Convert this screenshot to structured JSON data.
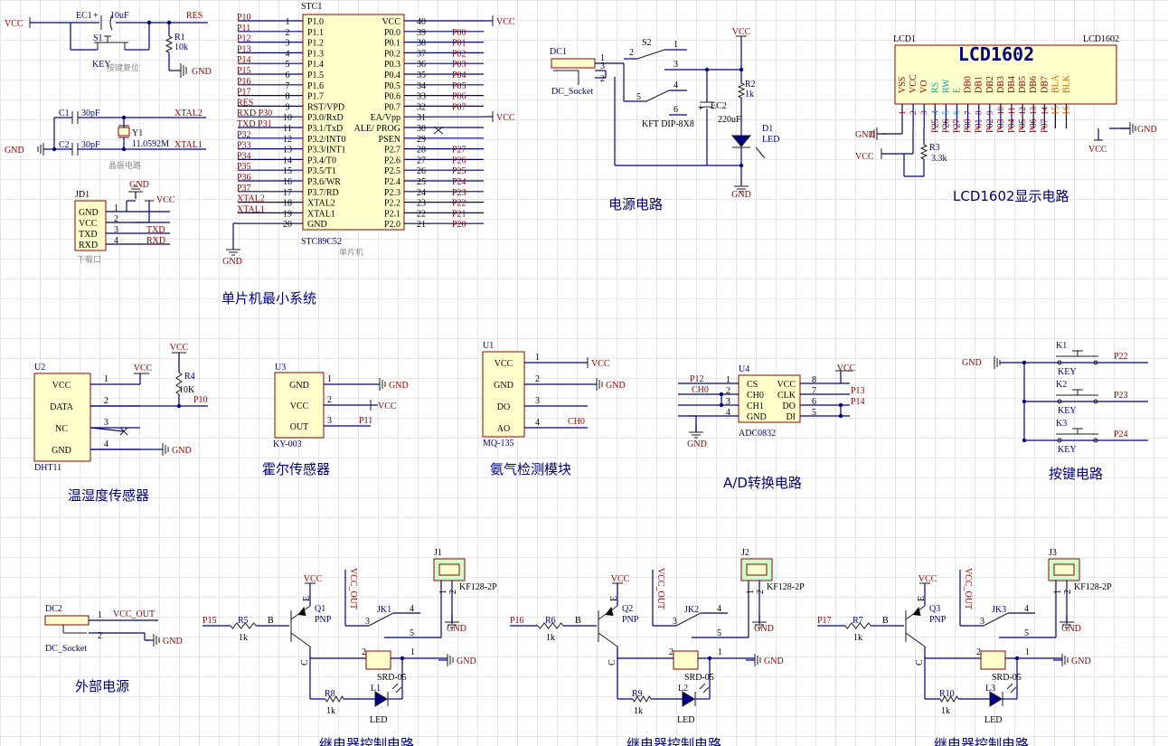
{
  "mcu": {
    "ref": "STC1",
    "part": "STC89C52",
    "sub": "单片机",
    "title": "单片机最小系统",
    "left_pins": [
      {
        "n": "1",
        "name": "P1.0",
        "net": "P10"
      },
      {
        "n": "2",
        "name": "P1.1",
        "net": "P11"
      },
      {
        "n": "3",
        "name": "P1.2",
        "net": "P12"
      },
      {
        "n": "4",
        "name": "P1.3",
        "net": "P13"
      },
      {
        "n": "5",
        "name": "P1.4",
        "net": "P14"
      },
      {
        "n": "6",
        "name": "P1.5",
        "net": "P15"
      },
      {
        "n": "7",
        "name": "P1.6",
        "net": "P16"
      },
      {
        "n": "8",
        "name": "P1.7",
        "net": "P17"
      },
      {
        "n": "9",
        "name": "RST/VPD",
        "net": "RES"
      },
      {
        "n": "10",
        "name": "P3.0/RxD",
        "net": "RXD P30"
      },
      {
        "n": "11",
        "name": "P3.1/TxD",
        "net": "TXD P31"
      },
      {
        "n": "12",
        "name": "P3.2/INT0",
        "net": "P32"
      },
      {
        "n": "13",
        "name": "P3.3/INT1",
        "net": "P33"
      },
      {
        "n": "14",
        "name": "P3.4/T0",
        "net": "P34"
      },
      {
        "n": "15",
        "name": "P3.5/T1",
        "net": "P35"
      },
      {
        "n": "16",
        "name": "P3.6/WR",
        "net": "P36"
      },
      {
        "n": "17",
        "name": "P3.7/RD",
        "net": "P37"
      },
      {
        "n": "18",
        "name": "XTAL2",
        "net": "XTAL2"
      },
      {
        "n": "19",
        "name": "XTAL1",
        "net": "XTAL1"
      },
      {
        "n": "20",
        "name": "GND",
        "net": ""
      }
    ],
    "right_pins": [
      {
        "n": "40",
        "name": "VCC",
        "net": ""
      },
      {
        "n": "39",
        "name": "P0.0",
        "net": "P00"
      },
      {
        "n": "38",
        "name": "P0.1",
        "net": "P01"
      },
      {
        "n": "37",
        "name": "P0.2",
        "net": "P02"
      },
      {
        "n": "36",
        "name": "P0.3",
        "net": "P03"
      },
      {
        "n": "35",
        "name": "P0.4",
        "net": "P04"
      },
      {
        "n": "34",
        "name": "P0.5",
        "net": "P05"
      },
      {
        "n": "33",
        "name": "P0.6",
        "net": "P06"
      },
      {
        "n": "32",
        "name": "P0.7",
        "net": "P07"
      },
      {
        "n": "31",
        "name": "EA/Vpp",
        "net": ""
      },
      {
        "n": "30",
        "name": "ALE/ PROG",
        "net": ""
      },
      {
        "n": "29",
        "name": "PSEN",
        "net": ""
      },
      {
        "n": "28",
        "name": "P2.7",
        "net": "P27"
      },
      {
        "n": "27",
        "name": "P2.6",
        "net": "P26"
      },
      {
        "n": "26",
        "name": "P2.5",
        "net": "P25"
      },
      {
        "n": "25",
        "name": "P2.4",
        "net": "P24"
      },
      {
        "n": "24",
        "name": "P2.3",
        "net": "P23"
      },
      {
        "n": "23",
        "name": "P2.2",
        "net": "P22"
      },
      {
        "n": "22",
        "name": "P2.1",
        "net": "P21"
      },
      {
        "n": "21",
        "name": "P2.0",
        "net": "P20"
      }
    ],
    "gnd": "GND",
    "vcc": "VCC"
  },
  "reset": {
    "vcc": "VCC",
    "cap": "EC1",
    "cap_val": "10uF",
    "sw": "S1",
    "sw_type": "KEY",
    "sw_note": "按键复位",
    "res": "R1",
    "res_val": "10k",
    "net": "RES",
    "gnd": "GND"
  },
  "crystal": {
    "c1": "C1",
    "c1_val": "30pF",
    "c2": "C2",
    "c2_val": "30pF",
    "y": "Y1",
    "y_val": "11.0592M",
    "note": "晶振电路",
    "net1": "XTAL2",
    "net2": "XTAL1",
    "gnd": "GND"
  },
  "download": {
    "ref": "JD1",
    "pins": [
      "GND",
      "VCC",
      "TXD",
      "RXD"
    ],
    "nums": [
      "1",
      "2",
      "3",
      "4"
    ],
    "nets": [
      "",
      "",
      "TXD",
      "RXD"
    ],
    "note": "下载口",
    "gnd": "GND",
    "vcc": "VCC"
  },
  "power": {
    "dc": "DC1",
    "dc_type": "DC_Socket",
    "sw": "S2",
    "sw_type": "KFT DIP-8X8",
    "cap": "EC2",
    "cap_val": "220uF",
    "res": "R2",
    "res_val": "1k",
    "led": "D1",
    "led_type": "LED",
    "vcc": "VCC",
    "gnd": "GND",
    "title": "电源电路",
    "sw_pins": [
      "1",
      "2",
      "3",
      "4",
      "5",
      "6"
    ],
    "dc_pins": [
      "1",
      "3",
      "2"
    ]
  },
  "lcd": {
    "ref": "LCD1",
    "ref2": "LCD1602",
    "name": "LCD1602",
    "title": "LCD1602显示电路",
    "pins": [
      "VSS",
      "VCC",
      "VO",
      "RS",
      "RW",
      "E",
      "DB0",
      "DB1",
      "DB2",
      "DB3",
      "DB4",
      "DB5",
      "DB6",
      "DB7",
      "BLA",
      "BLK"
    ],
    "nums": [
      "1",
      "2",
      "3",
      "4",
      "5",
      "6",
      "7",
      "8",
      "9",
      "10",
      "11",
      "12",
      "13",
      "14",
      "15",
      "16"
    ],
    "nets": [
      "",
      "",
      "",
      "P25",
      "P26",
      "P27",
      "P00",
      "P01",
      "P02",
      "P03",
      "P04",
      "P05",
      "P06",
      "P07",
      "",
      ""
    ],
    "r": "R3",
    "r_val": "3.3k",
    "gnd": "GND",
    "vcc": "VCC"
  },
  "dht": {
    "ref": "U2",
    "part": "DHT11",
    "pins": [
      "VCC",
      "DATA",
      "NC",
      "GND"
    ],
    "nums": [
      "1",
      "2",
      "3",
      "4"
    ],
    "r": "R4",
    "r_val": "10K",
    "net": "P10",
    "vcc": "VCC",
    "gnd": "GND",
    "title": "温湿度传感器"
  },
  "hall": {
    "ref": "U3",
    "part": "KY-003",
    "pins": [
      "GND",
      "VCC",
      "OUT"
    ],
    "nums": [
      "1",
      "2",
      "3"
    ],
    "net": "P11",
    "vcc": "VCC",
    "gnd": "GND",
    "title": "霍尔传感器"
  },
  "gas": {
    "ref": "U1",
    "part": "MQ-135",
    "pins": [
      "VCC",
      "GND",
      "DO",
      "AO"
    ],
    "nums": [
      "1",
      "2",
      "3",
      "4"
    ],
    "net": "CH0",
    "vcc": "VCC",
    "gnd": "GND",
    "title": "氨气检测模块"
  },
  "adc": {
    "ref": "U4",
    "part": "ADC0832",
    "lpins": [
      "CS",
      "CH0",
      "CH1",
      "GND"
    ],
    "lnums": [
      "1",
      "2",
      "3",
      "4"
    ],
    "rpins": [
      "VCC",
      "CLK",
      "DO",
      "DI"
    ],
    "rnums": [
      "8",
      "7",
      "6",
      "5"
    ],
    "lnets": [
      "P12",
      "CH0"
    ],
    "rnets": [
      "P13",
      "P14"
    ],
    "vcc": "VCC",
    "gnd": "GND",
    "title": "A/D转换电路"
  },
  "keys": {
    "gnd": "GND",
    "refs": [
      "K1",
      "K2",
      "K3"
    ],
    "type": "KEY",
    "nets": [
      "P22",
      "P23",
      "P24"
    ],
    "title": "按键电路"
  },
  "ext": {
    "ref": "DC2",
    "type": "DC_Socket",
    "pins": [
      "1",
      "2"
    ],
    "net": "VCC_OUT",
    "gnd": "GND",
    "title": "外部电源"
  },
  "relays": [
    {
      "in": "P15",
      "r": "R5",
      "rb": "1k",
      "q": "Q1",
      "jk": "JK1",
      "j": "J1",
      "rl": "R8",
      "l": "L1"
    },
    {
      "in": "P16",
      "r": "R6",
      "rb": "1k",
      "q": "Q2",
      "jk": "JK2",
      "j": "J2",
      "rl": "R9",
      "l": "L2"
    },
    {
      "in": "P17",
      "r": "R7",
      "rb": "1k",
      "q": "Q3",
      "jk": "JK3",
      "j": "J3",
      "rl": "R10",
      "l": "L3"
    }
  ],
  "relay_common": {
    "vcc": "VCC",
    "vcc_out": "VCC_OUT",
    "pnp": "PNP",
    "base": "B",
    "emit": "E",
    "coll": "C",
    "coil": "SRD-05",
    "term": "KF128-2P",
    "led": "LED",
    "rl_val": "1k",
    "gnd": "GND",
    "title": "继电器控制电路",
    "jk_pins": [
      "3",
      "4",
      "5"
    ],
    "coil_pins": [
      "2",
      "1"
    ],
    "term_pins": [
      "1",
      "2"
    ]
  }
}
